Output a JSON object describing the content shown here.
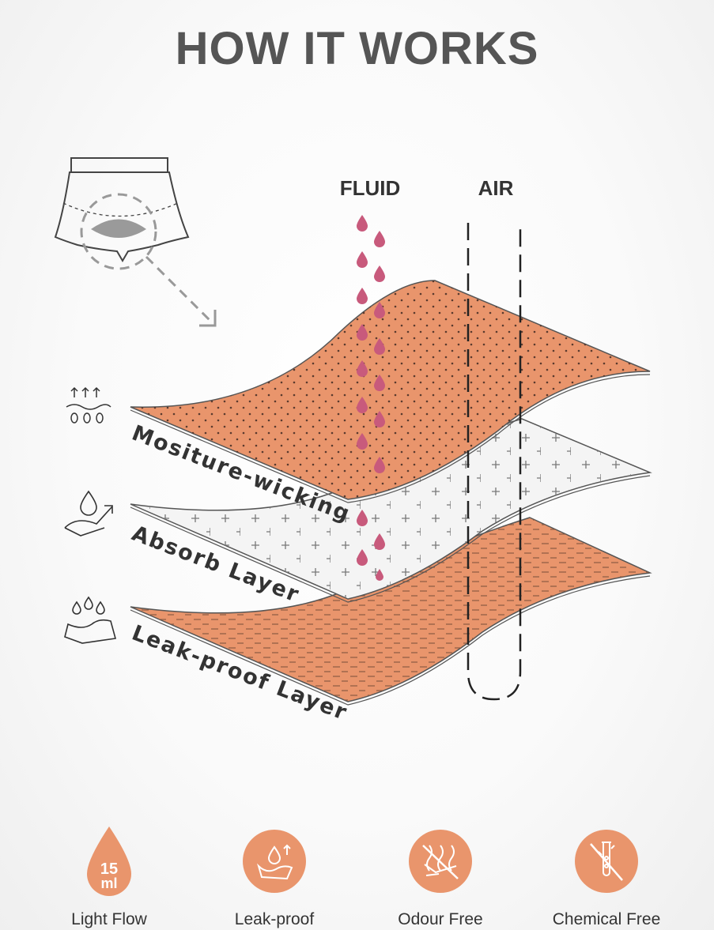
{
  "title": "HOW IT WORKS",
  "diagram": {
    "fluid_label": "FLUID",
    "air_label": "AIR",
    "layers": [
      {
        "label": "Mositure-wicking",
        "color": "#e9956c",
        "icon": "wicking-icon"
      },
      {
        "label": "Absorb Layer",
        "color": "#f4f4f4",
        "icon": "absorb-drop-icon"
      },
      {
        "label": "Leak-proof Layer",
        "color": "#e9956c",
        "icon": "leak-proof-icon"
      }
    ]
  },
  "features": [
    {
      "label": "Light Flow",
      "icon": "drop-15ml-icon",
      "badge_top": "15",
      "badge_bottom": "ml"
    },
    {
      "label": "Leak-proof",
      "icon": "leak-proof-badge-icon"
    },
    {
      "label": "Odour Free",
      "icon": "odour-free-icon"
    },
    {
      "label": "Chemical Free",
      "icon": "chemical-free-icon"
    }
  ],
  "colors": {
    "accent": "#e9956c",
    "fluid_drop": "#c85a7c",
    "title_text": "#555555"
  }
}
